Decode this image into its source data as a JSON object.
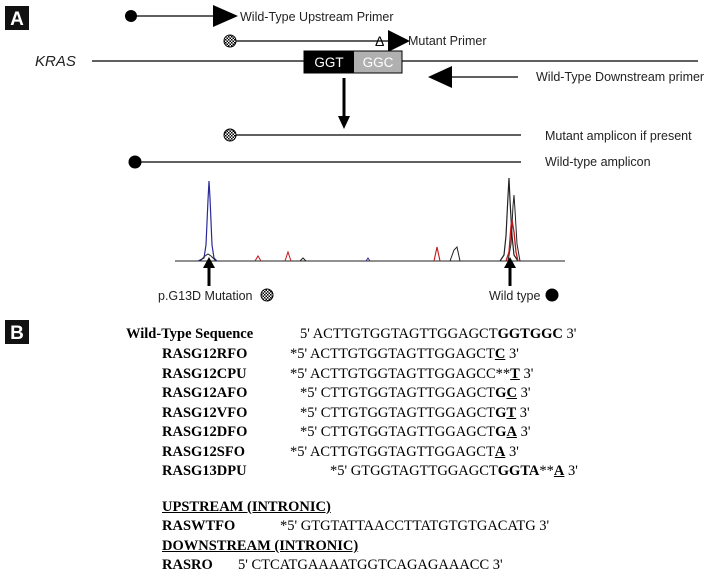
{
  "panel_a": {
    "label": "A",
    "gene_label": "KRAS",
    "wt_upstream_primer": "Wild-Type Upstream Primer",
    "mutant_primer": "Mutant Primer",
    "delta_symbol": "Δ",
    "wt_downstream_primer": "Wild-Type Downstream primer",
    "codon_1": "GGT",
    "codon_2": "GGC",
    "mutant_amplicon": "Mutant amplicon if present",
    "wildtype_amplicon": "Wild-type amplicon",
    "mutation_peak_label": "p.G13D Mutation",
    "wildtype_peak_label": "Wild type",
    "colors": {
      "line": "#000000",
      "codon_1_fill": "#000000",
      "codon_2_fill": "#b0b0b0",
      "trace_blue": "#2a2a9a",
      "trace_red": "#c0181b",
      "trace_black": "#222222"
    }
  },
  "panel_b": {
    "label": "B",
    "wildtype": {
      "name": "Wild-Type Sequence",
      "prefix": "5' ACTTGTGGTAGTTGGAGCT",
      "bold": "GGTGGC",
      "suffix": " 3'"
    },
    "rows": [
      {
        "name": "RASG12RFO",
        "pre": "*5' ACTTGTGGTAGTTGGAGCT",
        "bold": "",
        "ul": "C",
        "post": " 3'"
      },
      {
        "name": "RASG12CPU",
        "pre": "*5' ACTTGTGGTAGTTGGAGCC**",
        "bold": "",
        "ul": "T",
        "post": " 3'"
      },
      {
        "name": "RASG12AFO",
        "pre": "*5' CTTGTGGTAGTTGGAGCT",
        "bold": "G",
        "ul": "C",
        "post": " 3'"
      },
      {
        "name": "RASG12VFO",
        "pre": "*5' CTTGTGGTAGTTGGAGCT",
        "bold": "G",
        "ul": "T",
        "post": " 3'"
      },
      {
        "name": "RASG12DFO",
        "pre": "*5' CTTGTGGTAGTTGGAGCT",
        "bold": "G",
        "ul": "A",
        "post": " 3'"
      },
      {
        "name": "RASG12SFO",
        "pre": "*5' ACTTGTGGTAGTTGGAGCT",
        "bold": "",
        "ul": "A",
        "post": " 3'"
      },
      {
        "name": "RASG13DPU",
        "pre": "*5' GTGGTAGTTGGAGCT",
        "bold": "GGTA",
        "mid": "**",
        "ul": "A",
        "post": " 3'"
      }
    ],
    "upstream_header": "UPSTREAM (INTRONIC)",
    "upstream": {
      "name": "RASWTFO",
      "seq": "*5' GTGTATTAACCTTATGTGTGACATG 3'"
    },
    "downstream_header": "DOWNSTREAM (INTRONIC)",
    "downstream": {
      "name": "RASRO",
      "seq": "5' CTCATGAAAATGGTCAGAGAAACC 3'"
    }
  }
}
